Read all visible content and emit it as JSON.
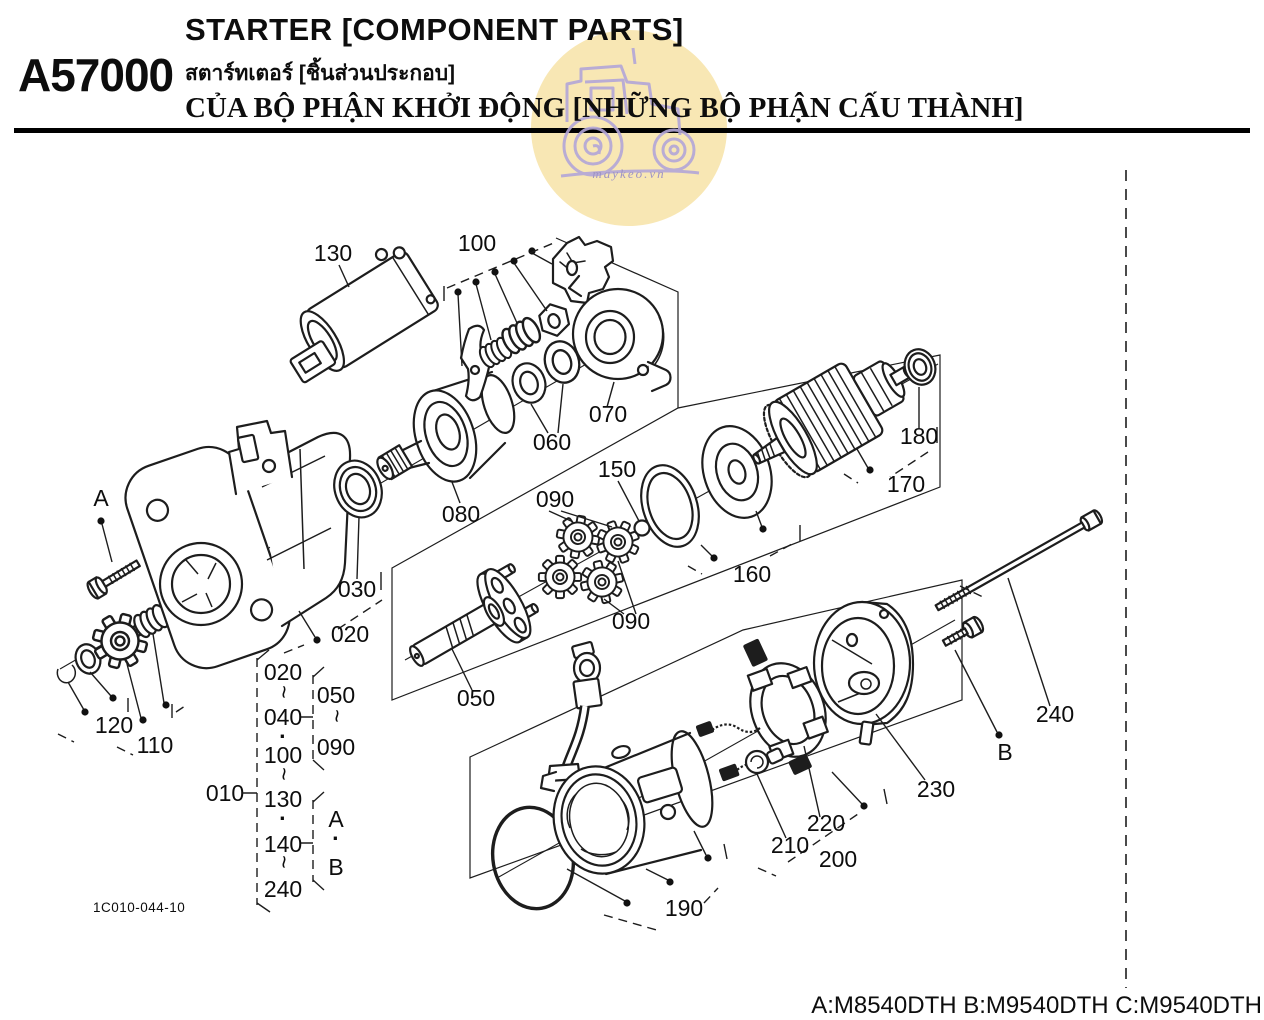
{
  "header": {
    "code": "A57000",
    "title_en": "STARTER [COMPONENT PARTS]",
    "title_th": "สตาร์ทเตอร์ [ชิ้นส่วนประกอบ]",
    "title_vi": "CỦA BỘ PHẬN KHỞI ĐỘNG [NHỮNG BỘ PHẬN CẤU THÀNH]"
  },
  "watermark": {
    "text": "maykeo.vn",
    "circle_color": "#f8e7b4",
    "line_color": "#b3a6d8"
  },
  "footer": {
    "figure_code": "1C010-044-10",
    "models": "A:M8540DTH B:M9540DTH C:M9540DTH"
  },
  "callouts": {
    "a": "A",
    "b": "B",
    "n010": "010",
    "n020": "020",
    "n030": "030",
    "n050": "050",
    "n060": "060",
    "n070": "070",
    "n080": "080",
    "n090a": "090",
    "n090b": "090",
    "n100": "100",
    "n110": "110",
    "n120": "120",
    "n130": "130",
    "n150": "150",
    "n160": "160",
    "n170": "170",
    "n180": "180",
    "n190": "190",
    "n200": "200",
    "n210": "210",
    "n220": "220",
    "n230": "230",
    "n240": "240"
  },
  "legend": {
    "main": [
      "020",
      "~",
      "040",
      "·",
      "100",
      "~",
      "130",
      "·",
      "140",
      "~",
      "240"
    ],
    "sub1": [
      "050",
      "~",
      "090"
    ],
    "sub2": [
      "A",
      "·",
      "B"
    ]
  }
}
